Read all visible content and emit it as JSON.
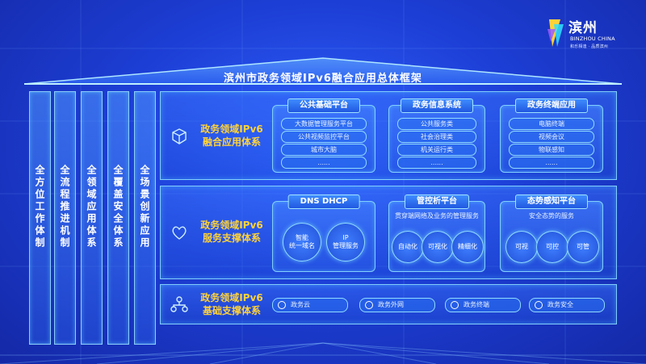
{
  "logo": {
    "name": "滨州",
    "en": "BINZHOU CHINA",
    "slogan": "和乐相逢 · 品质滨州"
  },
  "title": "滨州市政务领域IPv6融合应用总体框架",
  "pillars": [
    "全方位工作体制",
    "全流程推进机制",
    "全领域应用体系",
    "全覆盖安全体系",
    "全场景创新应用"
  ],
  "tiers": {
    "application": {
      "label_line1": "政务领域IPv6",
      "label_line2": "融合应用体系",
      "icon": "cube-icon",
      "cards": [
        {
          "title": "公共基础平台",
          "items": [
            "大数据管理服务平台",
            "公共视频监控平台",
            "城市大脑",
            "......"
          ]
        },
        {
          "title": "政务信息系统",
          "items": [
            "公共服务类",
            "社会治理类",
            "机关运行类",
            "......"
          ]
        },
        {
          "title": "政务终端应用",
          "items": [
            "电脑终端",
            "视频会议",
            "物联感知",
            "......"
          ]
        }
      ]
    },
    "service": {
      "label_line1": "政务领域IPv6",
      "label_line2": "服务支撑体系",
      "icon": "heart-icon",
      "cards": [
        {
          "title": "DNS DHCP",
          "circles": [
            "智能\n统一域名",
            "IP\n管理服务"
          ]
        },
        {
          "title": "管控析平台",
          "desc": "贯穿端网络及业务的管理服务",
          "circles": [
            "自动化",
            "可视化",
            "精细化"
          ]
        },
        {
          "title": "态势感知平台",
          "desc": "安全态势的服务",
          "circles": [
            "可视",
            "可控",
            "可管"
          ]
        }
      ]
    },
    "base": {
      "label_line1": "政务领域IPv6",
      "label_line2": "基础支撑体系",
      "icon": "network-icon",
      "items": [
        "政务云",
        "政务外网",
        "政务终端",
        "政务安全"
      ]
    }
  },
  "colors": {
    "accent": "#ffd23a",
    "background": "#1d3fd6",
    "border": "#8cdcff"
  }
}
